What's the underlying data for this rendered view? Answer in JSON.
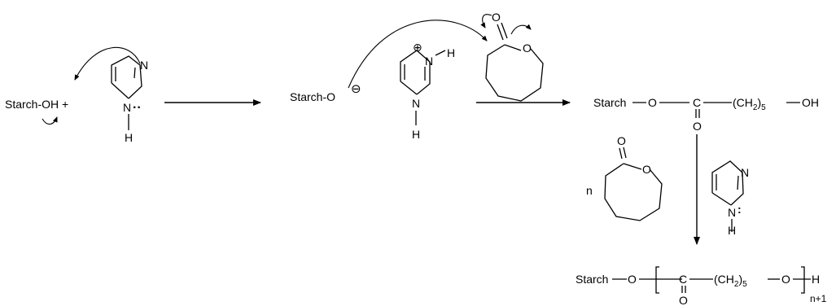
{
  "reactant": {
    "starch_oh": "Starch-OH +",
    "imidazole": {
      "n_top": "N",
      "n_bottom": "N",
      "h_bottom": "H",
      "lone_pair": "··"
    }
  },
  "intermediate": {
    "starch_o": "Starch-O",
    "minus": "⊖",
    "imidazolium": {
      "plus": "⊕",
      "n_top": "N",
      "h_top": "H",
      "n_bottom": "N",
      "h_bottom": "H"
    },
    "caprolactone": {
      "carbonyl_o": "O",
      "ring_o": "O"
    }
  },
  "product1": {
    "starch": "Starch",
    "ester_o": "O",
    "carbon": "C",
    "carbonyl_o": "O",
    "ch2": "(CH",
    "ch2_sub": "2",
    "close_paren": ")",
    "chain_sub": "5",
    "end": "OH"
  },
  "reagents": {
    "n": "n",
    "caprolactone": {
      "carbonyl_o": "O",
      "ring_o": "O"
    },
    "imidazole": {
      "n_top": "N",
      "n_bottom": "N",
      "h_bottom": "H",
      "lone_pair": ":"
    }
  },
  "polymer": {
    "starch": "Starch",
    "o_left": "O",
    "carbon": "C",
    "carbonyl_o": "O",
    "ch2": "(CH",
    "ch2_sub": "2",
    "close_paren": ")",
    "chain_sub": "5",
    "o_right": "O",
    "h_end": "H",
    "repeat": "n+1"
  }
}
